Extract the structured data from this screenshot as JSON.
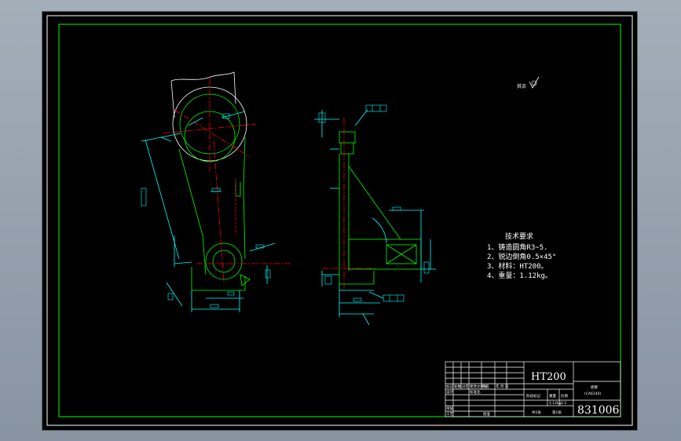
{
  "drawing": {
    "roughness_mark": "其余",
    "tech_req": {
      "title": "技术要求",
      "items": [
        "1、铸造圆角R3~5.",
        "2、锐边倒角0.5×45°",
        "3、材料：HT200。",
        "4、重量：1.12kg。"
      ]
    },
    "title_block": {
      "material": "HT200",
      "part_name": "摇臂",
      "part_sub": "(CA6140)",
      "drawing_no": "831006",
      "col_marks": [
        "标记",
        "处数",
        "分区",
        "更改文件号",
        "签名",
        "年.月.日"
      ],
      "stage_label": "阶段标记",
      "weight_label": "重量",
      "scale_label": "比例",
      "weight_value": "1.12kg",
      "scale_value": "1:1",
      "design": "设计",
      "check": "审核",
      "process": "工艺",
      "approve": "批准",
      "sheet_total": "共1张",
      "sheet_no": "第1张",
      "std": "标准化"
    },
    "colors": {
      "outline": "#00ff00",
      "dimension": "#00ffff",
      "centerline": "#ff0000",
      "hidden": "#ff0000",
      "text": "#ffffff",
      "border": "#ffffff",
      "background": "#000000"
    }
  }
}
